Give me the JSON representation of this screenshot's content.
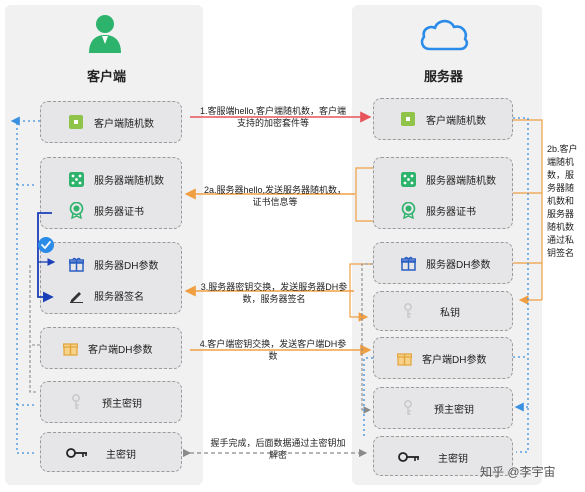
{
  "client": {
    "title": "客户端"
  },
  "server": {
    "title": "服务器"
  },
  "client_items": {
    "client_random": "客户端随机数",
    "server_random": "服务器端随机数",
    "server_cert": "服务器证书",
    "server_dh": "服务器DH参数",
    "server_sig": "服务器签名",
    "client_dh": "客户端DH参数",
    "pre_master": "预主密钥",
    "master": "主密钥"
  },
  "server_items": {
    "client_random": "客户端随机数",
    "server_random": "服务器端随机数",
    "server_cert": "服务器证书",
    "server_dh": "服务器DH参数",
    "private_key": "私钥",
    "client_dh": "客户端DH参数",
    "pre_master": "预主密钥",
    "master": "主密钥"
  },
  "steps": {
    "step1": "1.客服端hello,客户端随机数，客户端支持的加密套件等",
    "step2a": "2a.服务器hello,发送服务器随机数，证书信息等",
    "step2b": "2b.客户端随机数，服务器随机数和服务器随机数通过私钥签名",
    "step3": "3.服务器密钥交换，发送服务器DH参数，服务器签名",
    "step4": "4.客户端密钥交换，发送客户端DH参数",
    "done": "握手完成，后面数据通过主密钥加解密"
  },
  "watermark": "知乎 @李宇宙",
  "colors": {
    "green": "#2db36b",
    "cloud": "#2a8be8",
    "red": "#e8535a",
    "orange": "#f0a043",
    "blue_dot": "#3a8fe0",
    "dark_blue": "#1a3fb8",
    "gray_dash": "#8a8a8a"
  },
  "icons": [
    "user-icon",
    "cloud-icon",
    "square-icon",
    "dice-icon",
    "badge-icon",
    "gift-icon",
    "pen-icon",
    "key-icon",
    "check-icon"
  ]
}
